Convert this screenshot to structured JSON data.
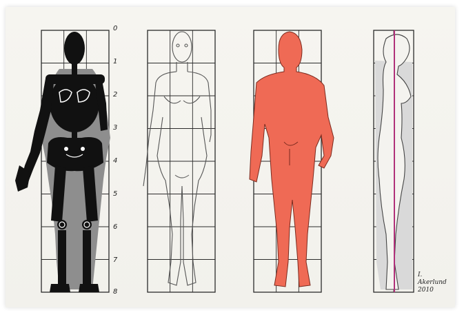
{
  "scale": {
    "labels": [
      "0",
      "1",
      "2",
      "3",
      "4",
      "5",
      "6",
      "7",
      "8"
    ]
  },
  "signature": {
    "name": "I. Akerlund",
    "year": "2010"
  },
  "colors": {
    "paper": "#f3f2ed",
    "grid_line": "#2a2a2a",
    "skeleton_black": "#111111",
    "skeleton_gray": "#8e8e8e",
    "red_figure": "#ef6a55",
    "profile_line": "#b0307a",
    "profile_shading": "#9a9a9a"
  },
  "figures": [
    {
      "icon": "skeleton-front-icon"
    },
    {
      "icon": "female-outline-front-icon"
    },
    {
      "icon": "male-red-front-icon"
    },
    {
      "icon": "female-profile-side-icon"
    }
  ]
}
